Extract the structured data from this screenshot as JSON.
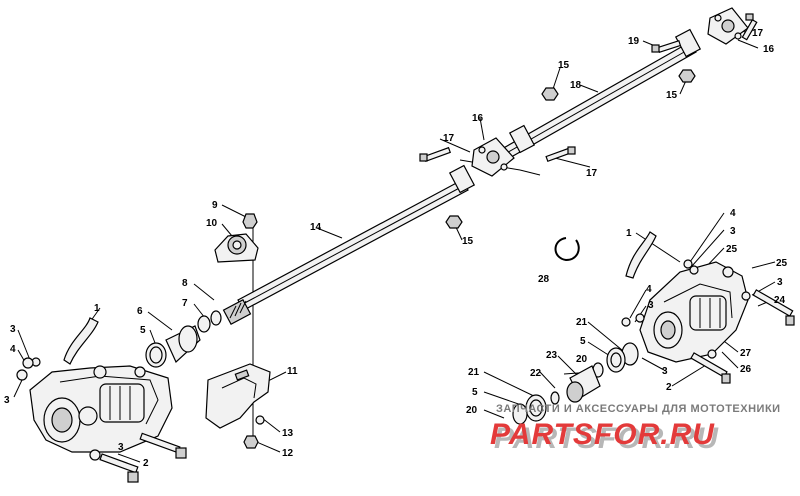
{
  "callouts": [
    {
      "id": "c17a",
      "label": "17"
    },
    {
      "id": "c19",
      "label": "19"
    },
    {
      "id": "c16a",
      "label": "16"
    },
    {
      "id": "c15a",
      "label": "15"
    },
    {
      "id": "c18",
      "label": "18"
    },
    {
      "id": "c15b",
      "label": "15"
    },
    {
      "id": "c17b",
      "label": "17"
    },
    {
      "id": "c16b",
      "label": "16"
    },
    {
      "id": "c17c",
      "label": "17"
    },
    {
      "id": "c9",
      "label": "9"
    },
    {
      "id": "c10",
      "label": "10"
    },
    {
      "id": "c14",
      "label": "14"
    },
    {
      "id": "c15c",
      "label": "15"
    },
    {
      "id": "c8",
      "label": "8"
    },
    {
      "id": "c7",
      "label": "7"
    },
    {
      "id": "c6",
      "label": "6"
    },
    {
      "id": "c5a",
      "label": "5"
    },
    {
      "id": "c1a",
      "label": "1"
    },
    {
      "id": "c3a",
      "label": "3"
    },
    {
      "id": "c4a",
      "label": "4"
    },
    {
      "id": "c3b",
      "label": "3"
    },
    {
      "id": "c11",
      "label": "11"
    },
    {
      "id": "c13",
      "label": "13"
    },
    {
      "id": "c12",
      "label": "12"
    },
    {
      "id": "c3c",
      "label": "3"
    },
    {
      "id": "c2a",
      "label": "2"
    },
    {
      "id": "c28",
      "label": "28"
    },
    {
      "id": "c1b",
      "label": "1"
    },
    {
      "id": "c4b",
      "label": "4"
    },
    {
      "id": "c3d",
      "label": "3"
    },
    {
      "id": "c25a",
      "label": "25"
    },
    {
      "id": "c25b",
      "label": "25"
    },
    {
      "id": "c3e",
      "label": "3"
    },
    {
      "id": "c24",
      "label": "24"
    },
    {
      "id": "c4c",
      "label": "4"
    },
    {
      "id": "c3f",
      "label": "3"
    },
    {
      "id": "c21a",
      "label": "21"
    },
    {
      "id": "c5b",
      "label": "5"
    },
    {
      "id": "c27",
      "label": "27"
    },
    {
      "id": "c26",
      "label": "26"
    },
    {
      "id": "c23",
      "label": "23"
    },
    {
      "id": "c20a",
      "label": "20"
    },
    {
      "id": "c22",
      "label": "22"
    },
    {
      "id": "c3g",
      "label": "3"
    },
    {
      "id": "c2b",
      "label": "2"
    },
    {
      "id": "c21b",
      "label": "21"
    },
    {
      "id": "c5c",
      "label": "5"
    },
    {
      "id": "c20b",
      "label": "20"
    }
  ],
  "watermark": {
    "caption": "ЗАПЧАСТИ И АКСЕССУАРЫ ДЛЯ МОТОТЕХНИКИ",
    "logo": "PARTSFOR.RU",
    "logo_color": "#e33a3a"
  }
}
